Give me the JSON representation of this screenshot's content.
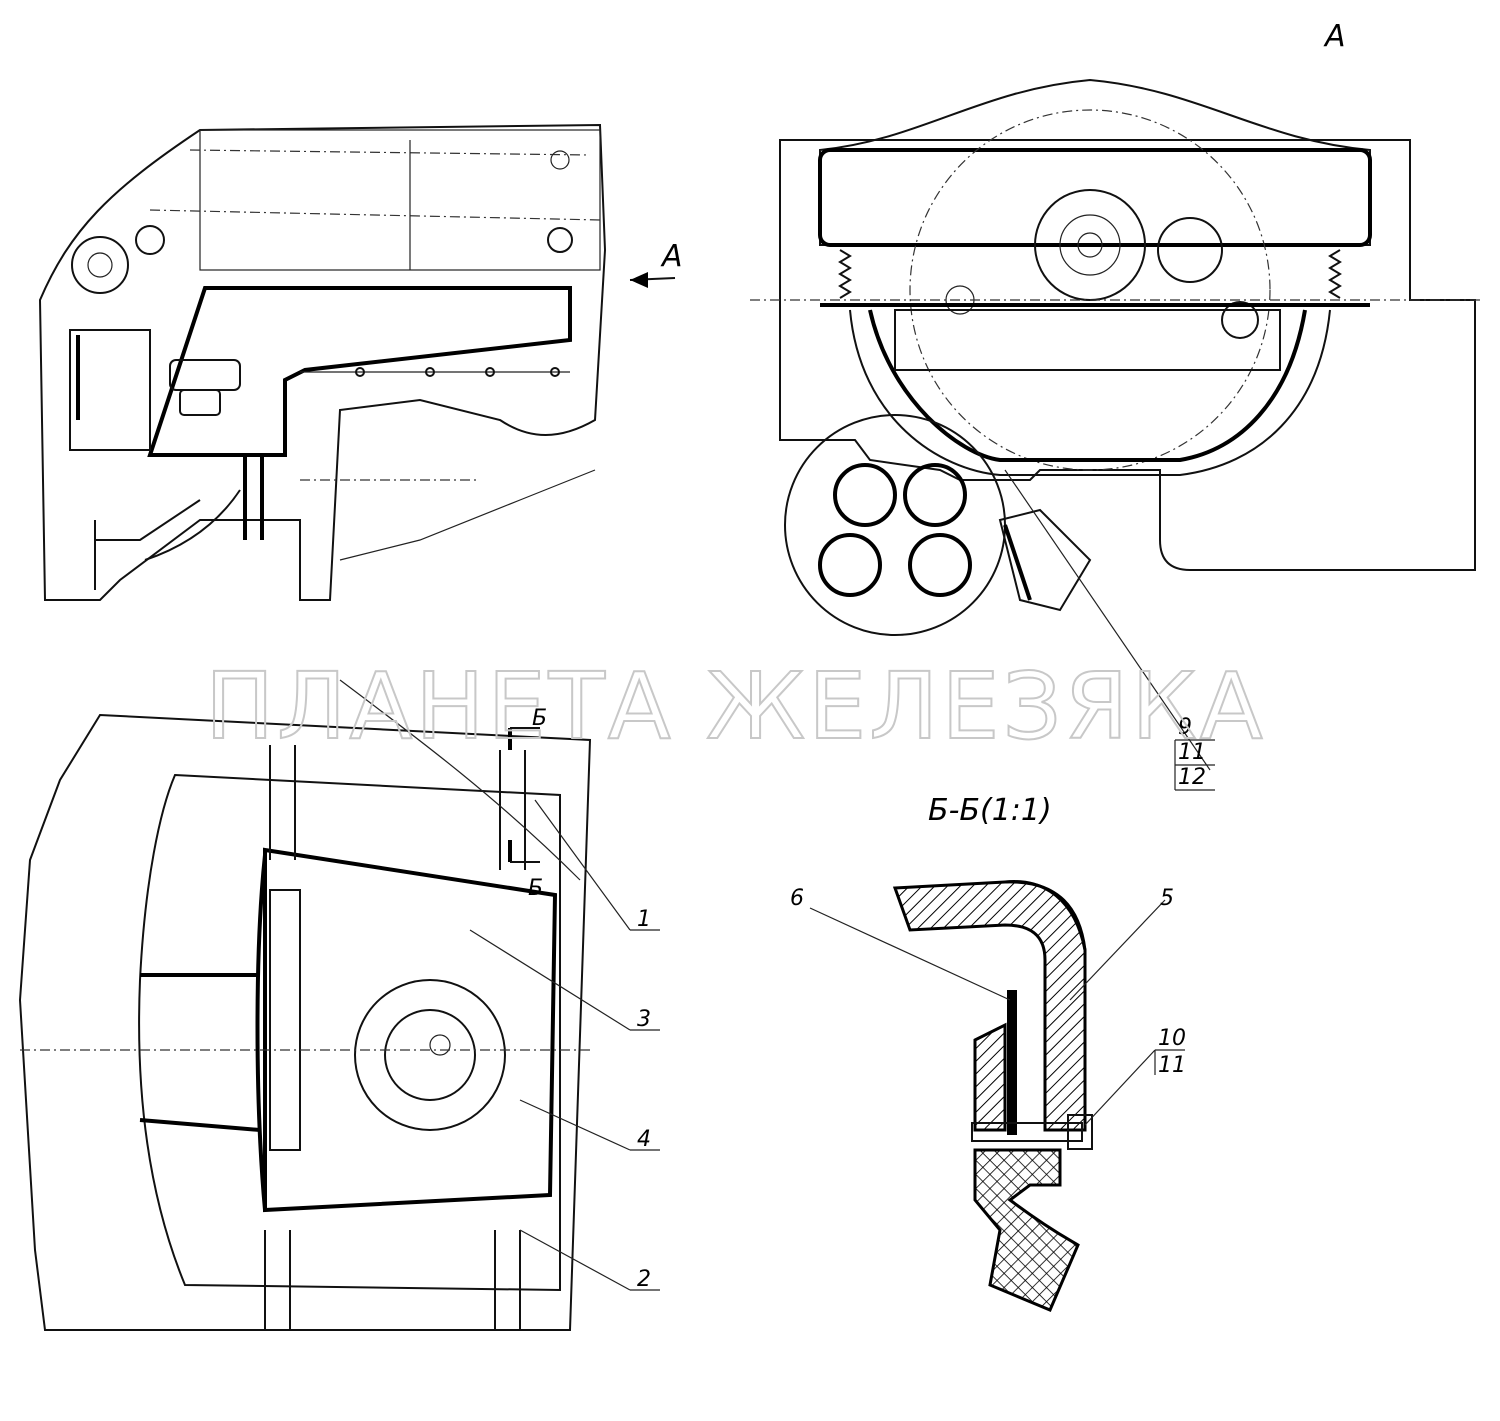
{
  "watermark": "ПЛАНЕТА ЖЕЛЕЗЯКА",
  "views": {
    "side_view_arrow_label": "А",
    "view_a_title": "А",
    "section_mark_top": "Б",
    "section_mark_bottom": "Б",
    "section_title": "Б-Б(1:1)"
  },
  "callouts": {
    "c1": "1",
    "c2": "2",
    "c3": "3",
    "c4": "4",
    "c5": "5",
    "c6": "6",
    "c9": "9",
    "c10": "10",
    "c11a": "11",
    "c11b": "11",
    "c12": "12"
  },
  "colors": {
    "line": "#111111",
    "background": "#ffffff",
    "watermark": "#c8c8c8"
  }
}
